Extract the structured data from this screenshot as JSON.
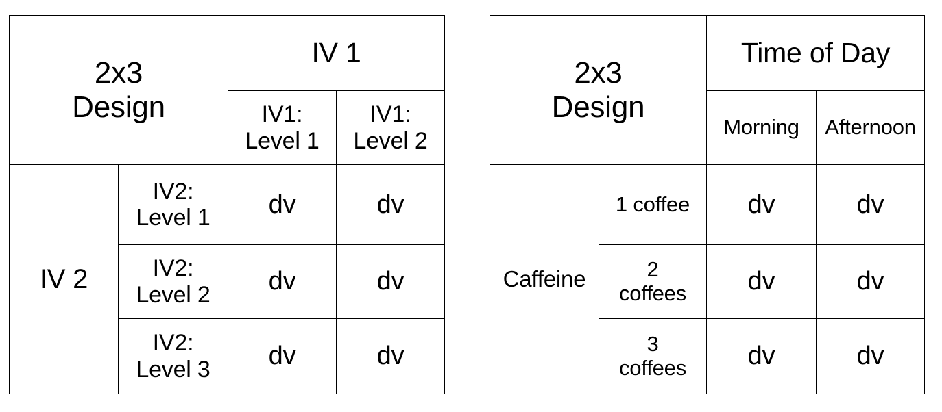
{
  "page": {
    "background_color": "#ffffff",
    "text_color": "#000000",
    "border_color": "#000000"
  },
  "tables": {
    "generic": {
      "corner_title_line1": "2x3",
      "corner_title_line2": "Design",
      "column_factor_label": "IV 1",
      "column_levels": [
        "IV1:\nLevel 1",
        "IV1:\nLevel 2"
      ],
      "column_level_1_line1": "IV1:",
      "column_level_1_line2": "Level 1",
      "column_level_2_line1": "IV1:",
      "column_level_2_line2": "Level 2",
      "row_factor_label": "IV 2",
      "row_levels": [
        {
          "line1": "IV2:",
          "line2": "Level 1"
        },
        {
          "line1": "IV2:",
          "line2": "Level 2"
        },
        {
          "line1": "IV2:",
          "line2": "Level 3"
        }
      ],
      "cells": [
        [
          "dv",
          "dv"
        ],
        [
          "dv",
          "dv"
        ],
        [
          "dv",
          "dv"
        ]
      ]
    },
    "example": {
      "corner_title_line1": "2x3",
      "corner_title_line2": "Design",
      "column_factor_label": "Time of Day",
      "column_levels": [
        "Morning",
        "Afternoon"
      ],
      "column_level_1": "Morning",
      "column_level_2": "Afternoon",
      "row_factor_label": "Caffeine",
      "row_levels": [
        {
          "line1": "1 coffee",
          "line2": ""
        },
        {
          "line1": "2",
          "line2": "coffees"
        },
        {
          "line1": "3",
          "line2": "coffees"
        }
      ],
      "cells": [
        [
          "dv",
          "dv"
        ],
        [
          "dv",
          "dv"
        ],
        [
          "dv",
          "dv"
        ]
      ]
    }
  }
}
